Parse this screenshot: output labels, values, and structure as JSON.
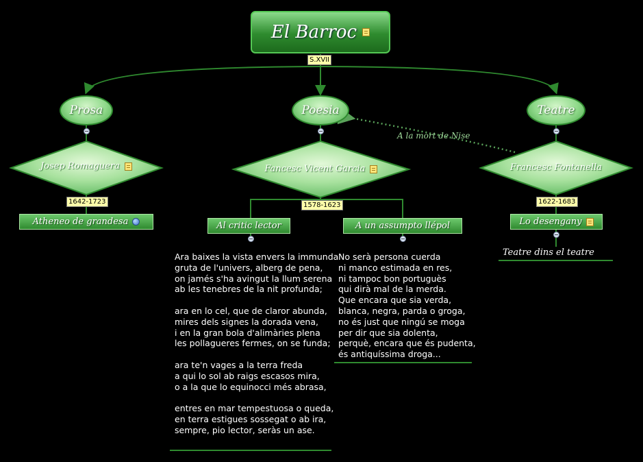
{
  "title": "El Barroc",
  "period_label": "S.XVII",
  "link_label": "A la mort de Nise",
  "branches": {
    "prosa": {
      "label": "Prosa",
      "author": "Josep Romaguera",
      "dates": "1642-1723",
      "work": "Atheneo de grandesa"
    },
    "poesia": {
      "label": "Poesia",
      "author": "Fancesc Vicent Garcia",
      "dates": "1578-1623",
      "works": [
        {
          "title": "Al critic lector",
          "text": "Ara baixes la vista envers la immunda\ngruta de l'univers, alberg de pena,\non jamés s'ha avingut la llum serena\nab les tenebres de la nit profunda;\n\nara en lo cel, que de claror abunda,\nmires dels signes la dorada vena,\ni en la gran bola d'alimàries plena\nles pollagueres fermes, on se funda;\n\nara te'n vages a la terra freda\na qui lo sol ab raigs escasos mira,\no a la que lo equinocci més abrasa,\n\nentres en mar tempestuosa o queda,\nen terra estigues sossegat o ab ira,\nsempre, pio lector, seràs un ase."
        },
        {
          "title": "A un assumpto llépol",
          "text": "No serà persona cuerda\nni manco estimada en res,\nni tampoc bon portuguès\nqui dirà mal de la merda.\nQue encara que sia verda,\nblanca, negra, parda o groga,\nno és just que ningú se moga\nper dir que sia dolenta,\nperquè, encara que és pudenta,\nés antiquíssima droga..."
        }
      ]
    },
    "teatre": {
      "label": "Teatre",
      "author": "Francesc Fontanella",
      "dates": "1622-1683",
      "work": "Lo desengany",
      "subwork": "Teatre dins el teatre"
    }
  }
}
